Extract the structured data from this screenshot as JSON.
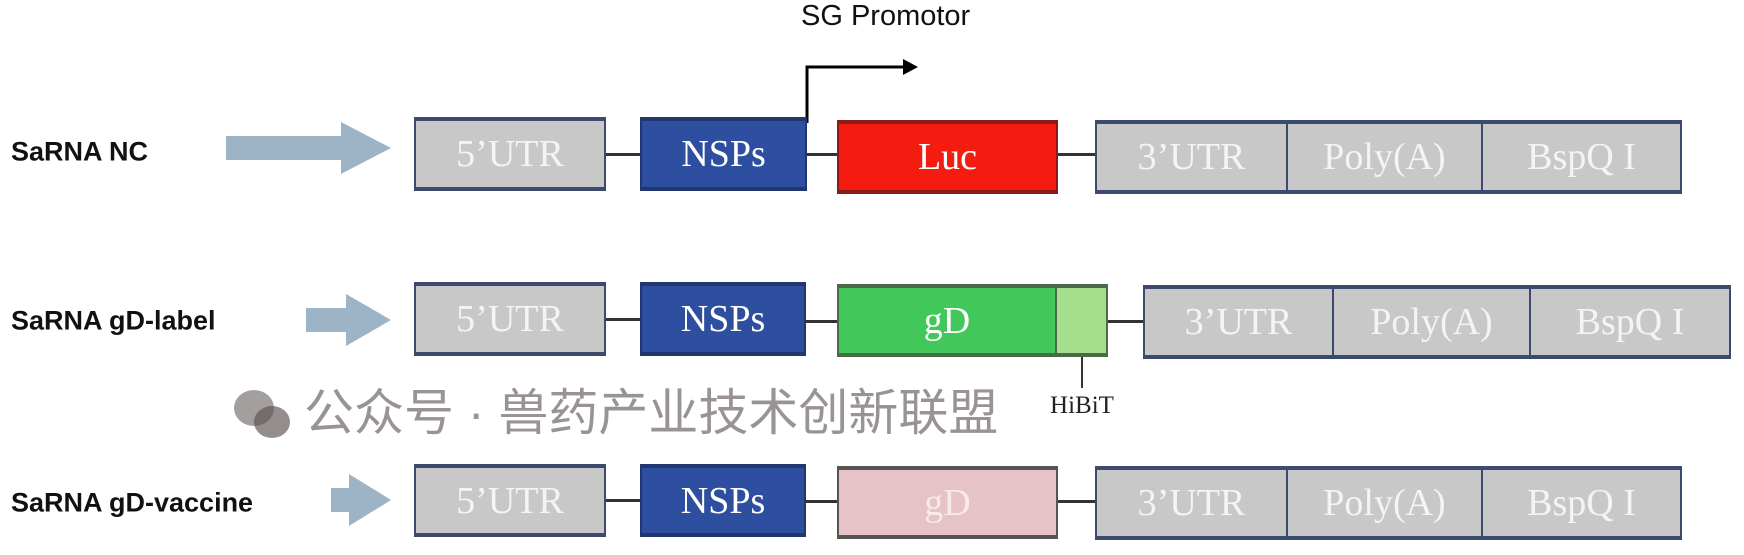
{
  "promoter_label": "SG Promotor",
  "hibit_label": "HiBiT",
  "watermark": "公众号 · 兽药产业技术创新联盟",
  "colors": {
    "nsps": "#2e4fa0",
    "luc": "#f41c10",
    "gd": "#41c75a",
    "hibit": "#a6e08f",
    "gd_vaccine": "#e6c3c6",
    "gray": "#c8c8c8",
    "arrow": "#9db3c6"
  },
  "constructs": [
    {
      "name": "SaRNA NC",
      "segments": [
        "5’UTR",
        "NSPs",
        "Luc",
        "3’UTR",
        "Poly(A)",
        "BspQ I"
      ]
    },
    {
      "name": "SaRNA gD-label",
      "segments": [
        "5’UTR",
        "NSPs",
        "gD",
        "",
        "3’UTR",
        "Poly(A)",
        "BspQ I"
      ]
    },
    {
      "name": "SaRNA gD-vaccine",
      "segments": [
        "5’UTR",
        "NSPs",
        "gD",
        "3’UTR",
        "Poly(A)",
        "BspQ I"
      ]
    }
  ]
}
